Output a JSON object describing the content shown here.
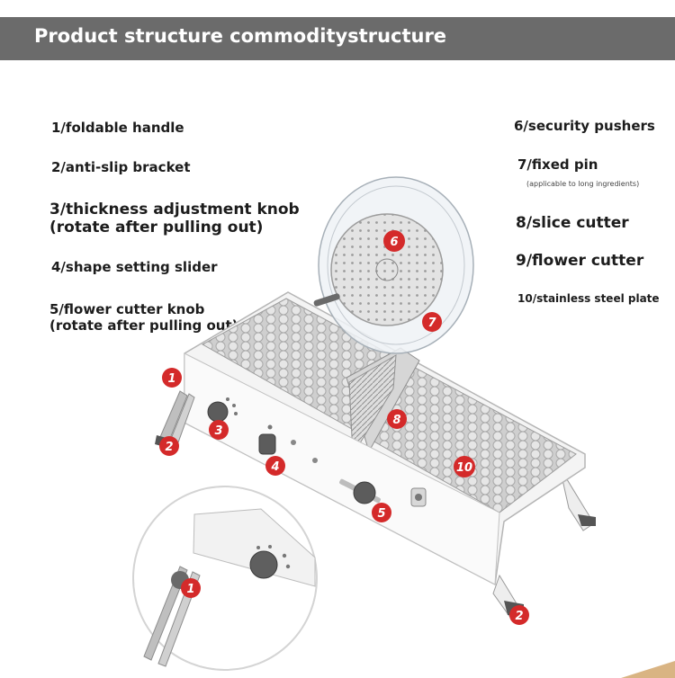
{
  "header": {
    "title": "Product structure commoditystructure"
  },
  "labels": {
    "foldable_handle": "1/foldable handle",
    "anti_slip_bracket": "2/anti-slip bracket",
    "thickness_knob_line1": "3/thickness adjustment knob",
    "thickness_knob_line2": "(rotate after pulling out)",
    "shape_slider": "4/shape setting slider",
    "flower_knob_line1": "5/flower cutter knob",
    "flower_knob_line2": "(rotate after pulling out)",
    "security_pushers": "6/security pushers",
    "fixed_pin": "7/fixed pin",
    "fixed_pin_note": "(applicable to long ingredients)",
    "slice_cutter": "8/slice cutter",
    "flower_cutter": "9/flower cutter",
    "steel_plate": "10/stainless steel plate"
  },
  "markers": {
    "m1": "1",
    "m2": "2",
    "m3": "3",
    "m4": "4",
    "m5": "5",
    "m6": "6",
    "m7": "7",
    "m8": "8",
    "m10": "10",
    "inset_m1": "1",
    "inset_m2": "2"
  },
  "colors": {
    "banner": "#6b6b6b",
    "marker": "#d42a2a",
    "steel": "#c9c9c9",
    "body": "#f4f4f4"
  }
}
